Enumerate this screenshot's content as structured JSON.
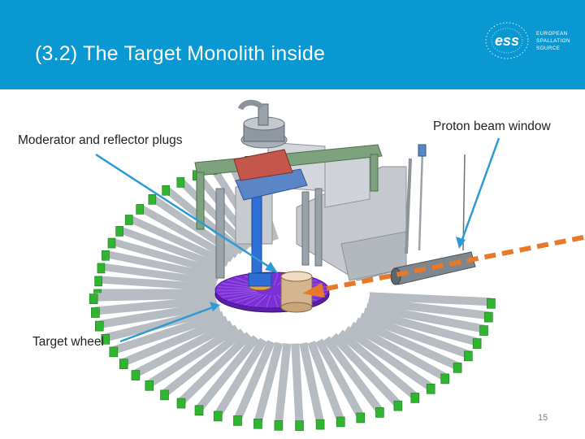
{
  "slide": {
    "title": "(3.2) The Target Monolith inside",
    "page_number": "15"
  },
  "logo": {
    "mark": "ess",
    "org_lines": [
      "EUROPEAN",
      "SPALLATION",
      "SOURCE"
    ]
  },
  "labels": {
    "moderator": "Moderator and reflector plugs",
    "window": "Proton beam window",
    "wheel": "Target wheel"
  },
  "colors": {
    "header": "#0a98d2",
    "callout_arrow": "#2c9bd4",
    "beam": "#e8792a",
    "target_wheel": "#7b2fd4",
    "plug_tips": "#2fb52f",
    "shielding": "#b6bcc2"
  }
}
